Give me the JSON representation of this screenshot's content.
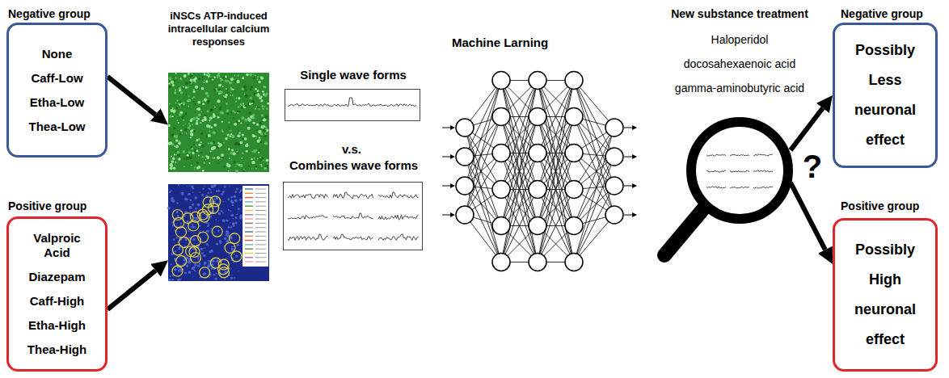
{
  "diagram": {
    "nodes": [
      {
        "text": [
          "Negative group",
          "None",
          "Caff-Low",
          "Etha-Low",
          "Thea-Low"
        ]
      },
      {
        "text": [
          "Positive group",
          "Valproic Acid",
          "Diazepam",
          "Caff-High",
          "Etha-High",
          "Thea-High"
        ]
      },
      {
        "text": [
          "iNSCs ATP-induced intracellular calcium responses"
        ]
      },
      {
        "text": [
          "Single wave forms"
        ]
      },
      {
        "text": [
          "Combines wave forms"
        ]
      },
      {
        "text": [
          "Machine Larning"
        ]
      },
      {
        "text": [
          "New substance treatment",
          "Haloperidol",
          "docosahexaenoic acid",
          "gamma-aminobutyric acid"
        ]
      },
      {
        "text": [
          "Negative group",
          "Possibly Less neuronal effect"
        ]
      },
      {
        "text": [
          "Positive group",
          "Possibly High neuronal effect"
        ]
      }
    ],
    "edges": [
      {
        "from": 0,
        "to": 2,
        "arrow": "to"
      },
      {
        "from": 1,
        "to": 2,
        "arrow": "to"
      },
      {
        "from": 6,
        "to": 7,
        "arrow": "to"
      },
      {
        "from": 6,
        "to": 8,
        "arrow": "to"
      }
    ],
    "labels": [
      "v.s.",
      "?"
    ]
  }
}
